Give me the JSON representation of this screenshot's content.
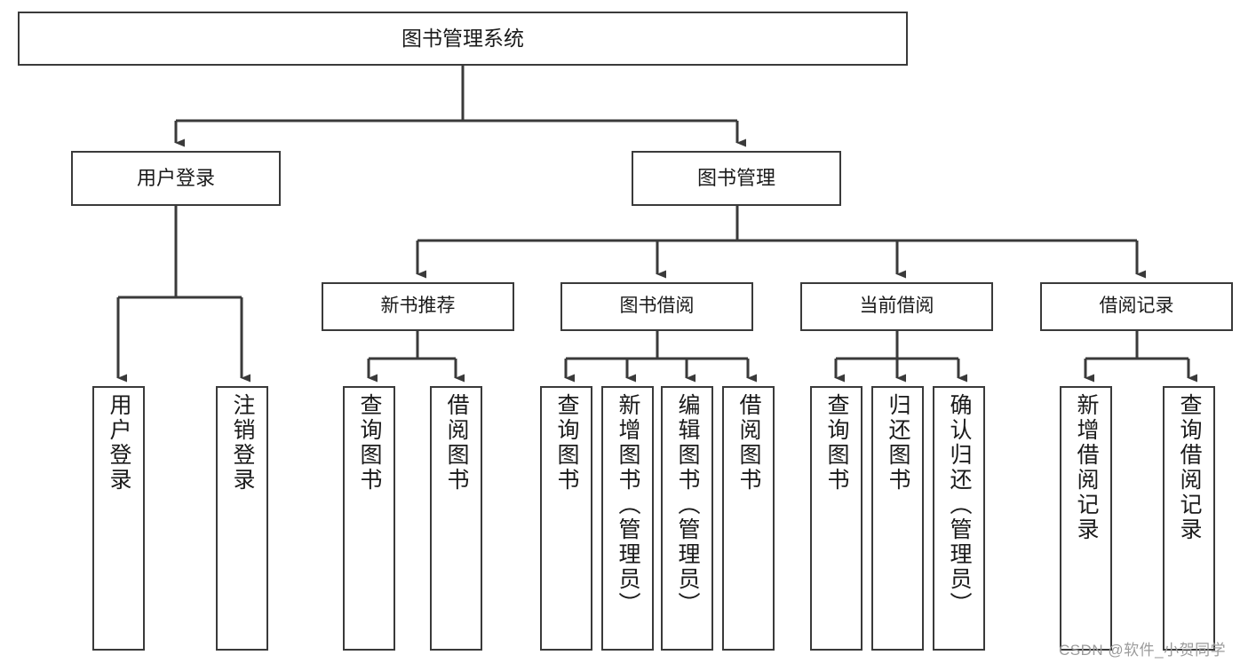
{
  "diagram": {
    "title": "图书管理系统",
    "type": "tree-hierarchy-chart",
    "colors": {
      "box_border": "#3a3a3a",
      "box_fill": "#ffffff",
      "edge": "#3a3a3a",
      "text": "#1a1a1a",
      "watermark": "#9b9b9b"
    },
    "root": {
      "id": "root",
      "label": "图书管理系统"
    },
    "level2": [
      {
        "id": "user-login",
        "label": "用户登录"
      },
      {
        "id": "book-management",
        "label": "图书管理"
      }
    ],
    "level3": [
      {
        "id": "new-book-recommend",
        "label": "新书推荐",
        "parent": "book-management"
      },
      {
        "id": "book-borrow",
        "label": "图书借阅",
        "parent": "book-management"
      },
      {
        "id": "current-borrow",
        "label": "当前借阅",
        "parent": "book-management"
      },
      {
        "id": "borrow-record",
        "label": "借阅记录",
        "parent": "book-management"
      }
    ],
    "leaves": [
      {
        "id": "leaf-user-login",
        "label": "用户登录",
        "parent": "user-login"
      },
      {
        "id": "leaf-user-logout",
        "label": "注销登录",
        "parent": "user-login"
      },
      {
        "id": "leaf-query-book-1",
        "label": "查询图书",
        "parent": "new-book-recommend"
      },
      {
        "id": "leaf-borrow-book-1",
        "label": "借阅图书",
        "parent": "new-book-recommend"
      },
      {
        "id": "leaf-query-book-2",
        "label": "查询图书",
        "parent": "book-borrow"
      },
      {
        "id": "leaf-add-book",
        "label": "新增图书（管理员）",
        "parent": "book-borrow"
      },
      {
        "id": "leaf-edit-book",
        "label": "编辑图书（管理员）",
        "parent": "book-borrow"
      },
      {
        "id": "leaf-borrow-book-2",
        "label": "借阅图书",
        "parent": "book-borrow"
      },
      {
        "id": "leaf-query-book-3",
        "label": "查询图书",
        "parent": "current-borrow"
      },
      {
        "id": "leaf-return-book",
        "label": "归还图书",
        "parent": "current-borrow"
      },
      {
        "id": "leaf-confirm-return",
        "label": "确认归还（管理员）",
        "parent": "current-borrow"
      },
      {
        "id": "leaf-add-record",
        "label": "新增借阅记录",
        "parent": "borrow-record"
      },
      {
        "id": "leaf-query-record",
        "label": "查询借阅记录",
        "parent": "borrow-record"
      }
    ],
    "watermark": "CSDN @软件_小贺同学"
  }
}
